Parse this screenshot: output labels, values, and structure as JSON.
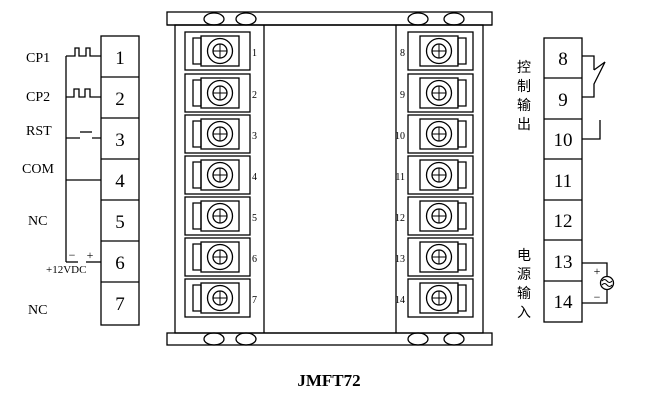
{
  "model": "JMFT72",
  "left_terminals": [
    "1",
    "2",
    "3",
    "4",
    "5",
    "6",
    "7"
  ],
  "left_labels": [
    "CP1",
    "CP2",
    "RST",
    "COM",
    "NC",
    "+12VDC",
    "NC"
  ],
  "supply_polarity": {
    "minus": "−",
    "plus": "+"
  },
  "device_pins_left": [
    "1",
    "2",
    "3",
    "4",
    "5",
    "6",
    "7"
  ],
  "device_pins_right": [
    "8",
    "9",
    "10",
    "11",
    "12",
    "13",
    "14"
  ],
  "right_terminals": [
    "8",
    "9",
    "10",
    "11",
    "12",
    "13",
    "14"
  ],
  "control_output_label": [
    "控",
    "制",
    "输",
    "出"
  ],
  "power_input_label": [
    "电",
    "源",
    "输",
    "入"
  ],
  "power_polarity": {
    "plus": "+",
    "minus": "−"
  },
  "colors": {
    "line": "#000000",
    "background": "#ffffff"
  }
}
